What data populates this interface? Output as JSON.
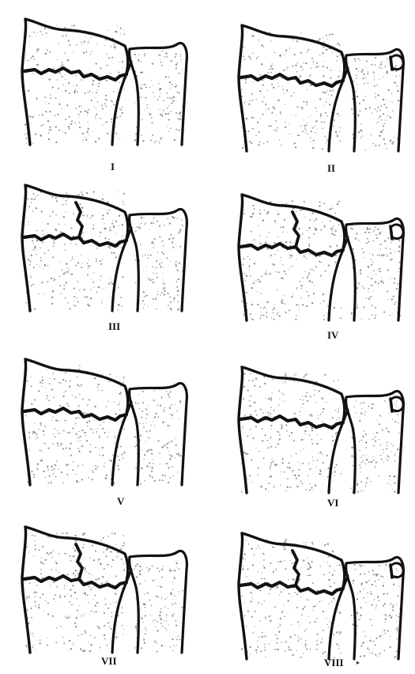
{
  "figure": {
    "panels": [
      {
        "id": "p1",
        "caption": "I",
        "type": "A"
      },
      {
        "id": "p2",
        "caption": "II",
        "type": "B"
      },
      {
        "id": "p3",
        "caption": "III",
        "type": "C"
      },
      {
        "id": "p4",
        "caption": "IV",
        "type": "D"
      },
      {
        "id": "p5",
        "caption": "V",
        "type": "A"
      },
      {
        "id": "p6",
        "caption": "VI",
        "type": "B"
      },
      {
        "id": "p7",
        "caption": "VII",
        "type": "C"
      },
      {
        "id": "p8",
        "caption": "VIII",
        "type": "D"
      }
    ],
    "extra_mark": "▸",
    "colors": {
      "ink": "#111111",
      "stipple": "#8a8a8a",
      "background": "#ffffff"
    }
  }
}
